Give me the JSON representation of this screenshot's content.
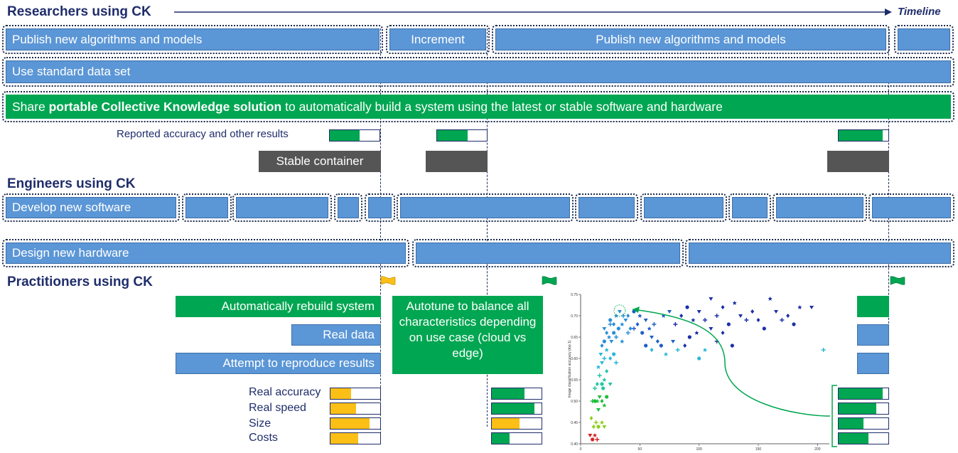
{
  "researchers": {
    "heading": "Researchers using CK",
    "timeline": "Timeline",
    "publish_1": "Publish new algorithms and models",
    "increment": "Increment",
    "publish_2": "Publish new algorithms and models",
    "dataset": "Use standard data set",
    "share_pre": "Share ",
    "share_bold": "portable Collective Knowledge solution",
    "share_post": " to automatically build a system using the latest or stable software and hardware",
    "reported": "Reported accuracy and other results",
    "container": "Stable container"
  },
  "engineers": {
    "heading": "Engineers using CK",
    "software": "Develop new software",
    "hardware": "Design new hardware"
  },
  "practitioners": {
    "heading": "Practitioners using CK",
    "rebuild": "Automatically rebuild system",
    "real_data": "Real data",
    "reproduce": "Attempt to reproduce results",
    "autotune": "Autotune to balance all characteristics depending on use case (cloud vs edge)",
    "metrics": [
      "Real accuracy",
      "Real speed",
      "Size",
      "Costs"
    ]
  },
  "levels": {
    "reported": [
      0.6,
      0.62,
      0.88
    ],
    "real_yellow": [
      0.42,
      0.52,
      0.78,
      0.55
    ],
    "real_green": [
      0.65,
      0.85,
      0.55,
      0.35
    ],
    "final_green": [
      0.88,
      0.75,
      0.5,
      0.6
    ]
  },
  "chart_data": {
    "type": "scatter",
    "ylabel": "Image classification accuracy (top 1)",
    "xlim": [
      0,
      210
    ],
    "ylim": [
      0.4,
      0.75
    ],
    "xticks": [
      "0",
      "50",
      "100",
      "150",
      "200"
    ],
    "yticks": [
      "0.40",
      "0.45",
      "0.50",
      "0.55",
      "0.60",
      "0.65",
      "0.70",
      "0.75"
    ],
    "points": [
      [
        10,
        0.41
      ],
      [
        12,
        0.42
      ],
      [
        8,
        0.42
      ],
      [
        14,
        0.41
      ],
      [
        11,
        0.44
      ],
      [
        15,
        0.44
      ],
      [
        18,
        0.45
      ],
      [
        20,
        0.44
      ],
      [
        13,
        0.45
      ],
      [
        9,
        0.46
      ],
      [
        12,
        0.5
      ],
      [
        14,
        0.5
      ],
      [
        16,
        0.51
      ],
      [
        10,
        0.5
      ],
      [
        18,
        0.5
      ],
      [
        22,
        0.51
      ],
      [
        20,
        0.49
      ],
      [
        15,
        0.48
      ],
      [
        12,
        0.53
      ],
      [
        14,
        0.54
      ],
      [
        18,
        0.54
      ],
      [
        20,
        0.55
      ],
      [
        25,
        0.54
      ],
      [
        16,
        0.56
      ],
      [
        22,
        0.57
      ],
      [
        19,
        0.53
      ],
      [
        15,
        0.58
      ],
      [
        18,
        0.59
      ],
      [
        20,
        0.6
      ],
      [
        25,
        0.6
      ],
      [
        28,
        0.61
      ],
      [
        22,
        0.62
      ],
      [
        17,
        0.61
      ],
      [
        30,
        0.59
      ],
      [
        18,
        0.63
      ],
      [
        20,
        0.64
      ],
      [
        24,
        0.65
      ],
      [
        26,
        0.64
      ],
      [
        30,
        0.65
      ],
      [
        22,
        0.66
      ],
      [
        28,
        0.66
      ],
      [
        35,
        0.64
      ],
      [
        20,
        0.67
      ],
      [
        25,
        0.68
      ],
      [
        28,
        0.68
      ],
      [
        32,
        0.67
      ],
      [
        35,
        0.68
      ],
      [
        38,
        0.69
      ],
      [
        40,
        0.66
      ],
      [
        42,
        0.67
      ],
      [
        25,
        0.69
      ],
      [
        30,
        0.7
      ],
      [
        33,
        0.71
      ],
      [
        36,
        0.7
      ],
      [
        40,
        0.7
      ],
      [
        45,
        0.71
      ],
      [
        50,
        0.7
      ],
      [
        55,
        0.69
      ],
      [
        45,
        0.67
      ],
      [
        48,
        0.68
      ],
      [
        52,
        0.66
      ],
      [
        58,
        0.67
      ],
      [
        60,
        0.65
      ],
      [
        62,
        0.68
      ],
      [
        65,
        0.64
      ],
      [
        55,
        0.63
      ],
      [
        70,
        0.7
      ],
      [
        75,
        0.71
      ],
      [
        80,
        0.68
      ],
      [
        85,
        0.7
      ],
      [
        90,
        0.72
      ],
      [
        95,
        0.69
      ],
      [
        100,
        0.71
      ],
      [
        105,
        0.69
      ],
      [
        60,
        0.62
      ],
      [
        68,
        0.63
      ],
      [
        72,
        0.61
      ],
      [
        78,
        0.64
      ],
      [
        82,
        0.62
      ],
      [
        88,
        0.63
      ],
      [
        92,
        0.65
      ],
      [
        98,
        0.66
      ],
      [
        110,
        0.74
      ],
      [
        115,
        0.7
      ],
      [
        120,
        0.72
      ],
      [
        125,
        0.68
      ],
      [
        130,
        0.73
      ],
      [
        135,
        0.7
      ],
      [
        140,
        0.69
      ],
      [
        145,
        0.71
      ],
      [
        100,
        0.6
      ],
      [
        105,
        0.62
      ],
      [
        110,
        0.67
      ],
      [
        115,
        0.64
      ],
      [
        150,
        0.69
      ],
      [
        155,
        0.67
      ],
      [
        160,
        0.74
      ],
      [
        165,
        0.71
      ],
      [
        170,
        0.69
      ],
      [
        175,
        0.7
      ],
      [
        180,
        0.68
      ],
      [
        185,
        0.72
      ],
      [
        195,
        0.72
      ],
      [
        205,
        0.62
      ],
      [
        120,
        0.66
      ],
      [
        128,
        0.63
      ]
    ]
  }
}
